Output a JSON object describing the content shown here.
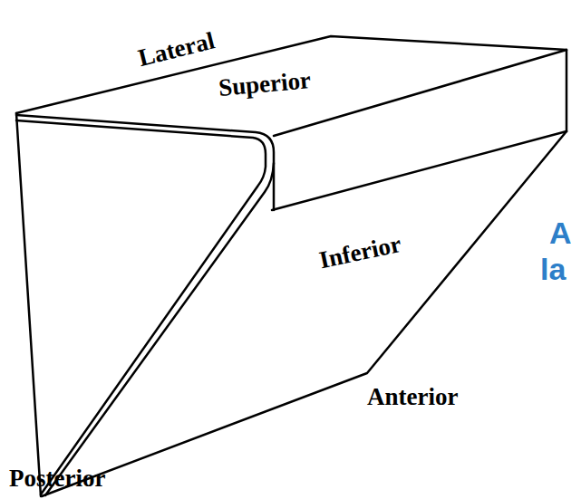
{
  "diagram": {
    "labels": [
      "Lateral",
      "Superior",
      "Inferior",
      "A",
      "la",
      "Anterior",
      "Posterior"
    ]
  }
}
